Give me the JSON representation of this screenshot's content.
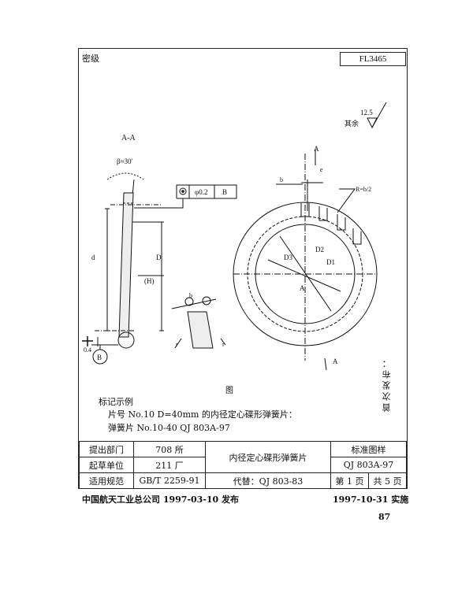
{
  "header": {
    "secret_label": "密级",
    "doc_code": "FL3465"
  },
  "roughness": {
    "value": "12.5",
    "rest": "其余"
  },
  "drawing": {
    "section_label": "A-A",
    "angle": "β≈30'",
    "tolerance_symbol": "◎",
    "tolerance_value": "φ0.2",
    "datum": "B",
    "dim_d": "d",
    "dim_D": "D",
    "dim_H": "(H)",
    "thickness": "0.4",
    "datum_circle": "B",
    "dim_b": "b",
    "dim_e": "e",
    "radius": "R=b/2",
    "d1": "D1",
    "d2": "D2",
    "d3": "D3",
    "cut_a": "A",
    "cut_a2": "A",
    "cut_a3": "A",
    "detail_b": "b",
    "detail_r1": "r",
    "detail_r2": "r",
    "figure_label": "图"
  },
  "marking": {
    "title": "标记示例",
    "line1": "片号 No.10   D=40mm 的内径定心碟形弹簧片：",
    "line2": "弹簧片    No.10-40   QJ 803A-97"
  },
  "side_text": "首次发布：",
  "title_block": {
    "r1c1": "提出部门",
    "r1c2": "708 所",
    "r2c1": "起草单位",
    "r2c2": "211 厂",
    "r3c1": "适用规范",
    "r3c2": "GB/T 2259-91",
    "name": "内径定心碟形弹簧片",
    "replace": "代替：QJ 803-83",
    "std_type": "标准图样",
    "std_no": "QJ 803A-97",
    "page": "第 1 页",
    "total": "共 5 页"
  },
  "footer": {
    "publisher": "中国航天工业总公司 1997-03-10 发布",
    "effective": "1997-10-31 实施",
    "page_number": "87"
  }
}
